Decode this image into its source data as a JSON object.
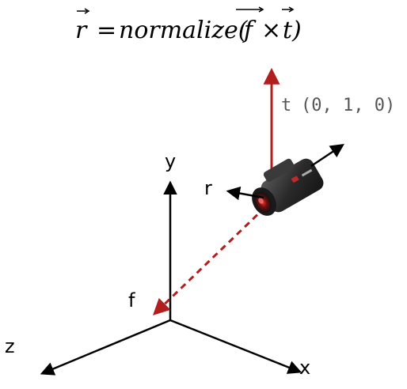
{
  "formula": {
    "lhs": "r",
    "equals": "=",
    "func": "normalize(",
    "f": "f",
    "times": "×",
    "t": "t",
    "close": ")"
  },
  "axes": {
    "x": "x",
    "y": "y",
    "z": "z"
  },
  "vectors": {
    "r": "r",
    "f": "f",
    "t": "t",
    "t_value": "(0, 1, 0)"
  },
  "colors": {
    "axis": "#000000",
    "t_vector": "#b01e1e",
    "f_vector": "#b01e1e",
    "t_label": "#555555",
    "camera_body": "#2b2b2b",
    "camera_accent": "#c0282a"
  },
  "icons": {
    "camera": "video-camera-icon"
  }
}
